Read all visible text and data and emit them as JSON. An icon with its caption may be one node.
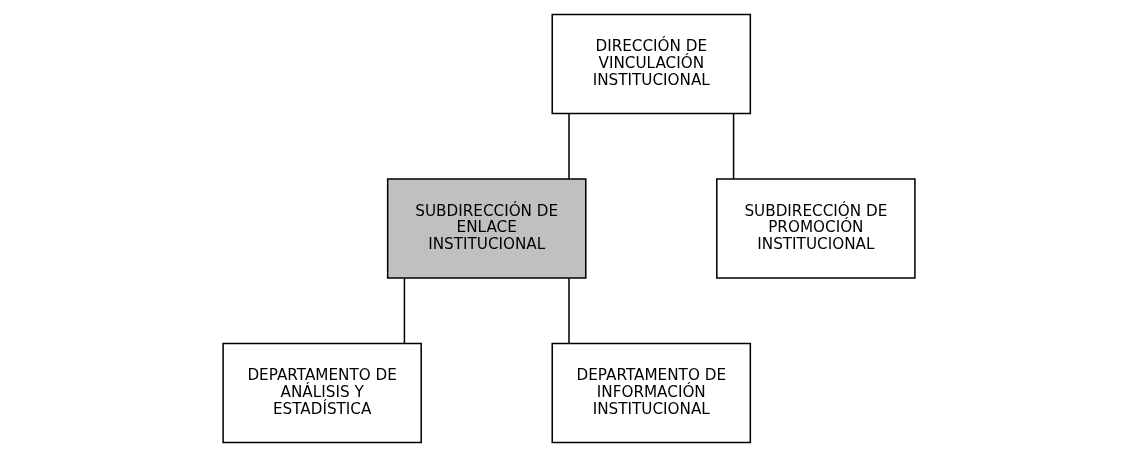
{
  "diagram": {
    "nodes": [
      {
        "text": [
          "DIRECCIÓN DE VINCULACIÓN INSTITUCIONAL"
        ]
      },
      {
        "text": [
          "SUBDIRECCIÓN DE ENLACE INSTITUCIONAL"
        ]
      },
      {
        "text": [
          "SUBDIRECCIÓN DE PROMOCIÓN INSTITUCIONAL"
        ]
      },
      {
        "text": [
          "DEPARTAMENTO DE ANÁLISIS Y ESTADÍSTICA"
        ]
      },
      {
        "text": [
          "DEPARTAMENTO DE INFORMACIÓN INSTITUCIONAL"
        ]
      }
    ],
    "edges": [
      {
        "from": 0,
        "to": 1,
        "arrow": "none"
      },
      {
        "from": 0,
        "to": 2,
        "arrow": "none"
      },
      {
        "from": 1,
        "to": 3,
        "arrow": "none"
      },
      {
        "from": 1,
        "to": 4,
        "arrow": "none"
      }
    ]
  }
}
